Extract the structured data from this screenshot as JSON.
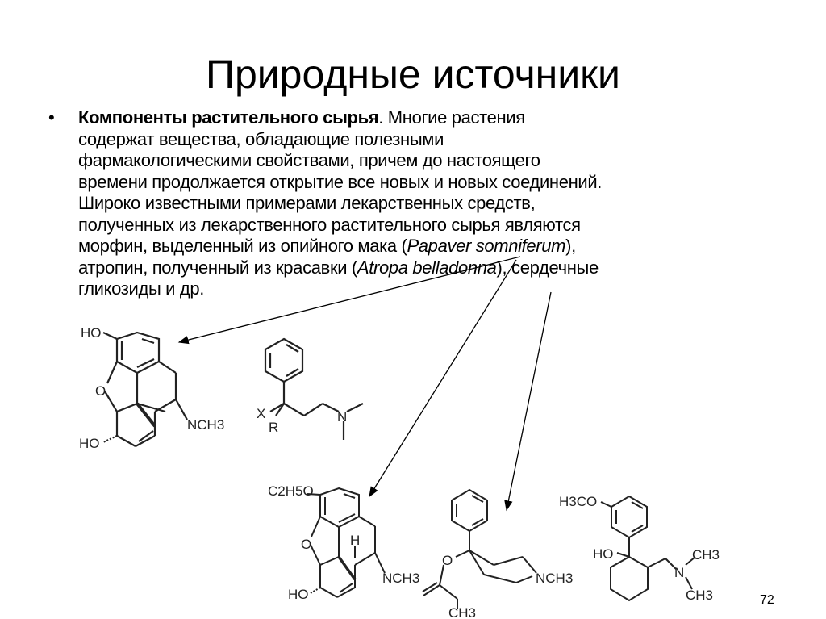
{
  "slide": {
    "title": "Природные источники",
    "bullet_symbol": "•",
    "lines": [
      {
        "bold": "Компоненты растительного сырья",
        "text": ". Многие растения"
      },
      {
        "text": "содержат вещества, обладающие полезными"
      },
      {
        "text": "фармакологическими свойствами, причем до настоящего"
      },
      {
        "text": "времени продолжается открытие все новых и новых соединений."
      },
      {
        "text": "Широко известными примерами лекарственных средств,"
      },
      {
        "text": "полученных из лекарственного растительного сырья являются"
      },
      {
        "text": "морфин, выделенный из опийного мака (",
        "italic": "Papaver somniferum",
        "after": "),"
      },
      {
        "text": "атропин, полученный из красавки (",
        "italic": "Atropa belladonna",
        "after": "), сердечные"
      },
      {
        "text": "гликозиды и др."
      }
    ],
    "page_number": "72"
  },
  "structures": {
    "morphine": {
      "ho_top": "HO",
      "o": "O",
      "ho_bottom": "HO",
      "nch3": "NCH3"
    },
    "pharmacophore": {
      "x": "X",
      "r": "R",
      "n": "N"
    },
    "ethylmorphine": {
      "c2h5o": "C2H5O",
      "o": "O",
      "h": "H",
      "ho": "HO",
      "nch3": "NCH3"
    },
    "prodine": {
      "o": "O",
      "nch3": "NCH3",
      "ch3": "CH3"
    },
    "tramadol": {
      "h3co": "H3CO",
      "ho": "HO",
      "n": "N",
      "ch3_top": "CH3",
      "ch3_bottom": "CH3"
    }
  }
}
